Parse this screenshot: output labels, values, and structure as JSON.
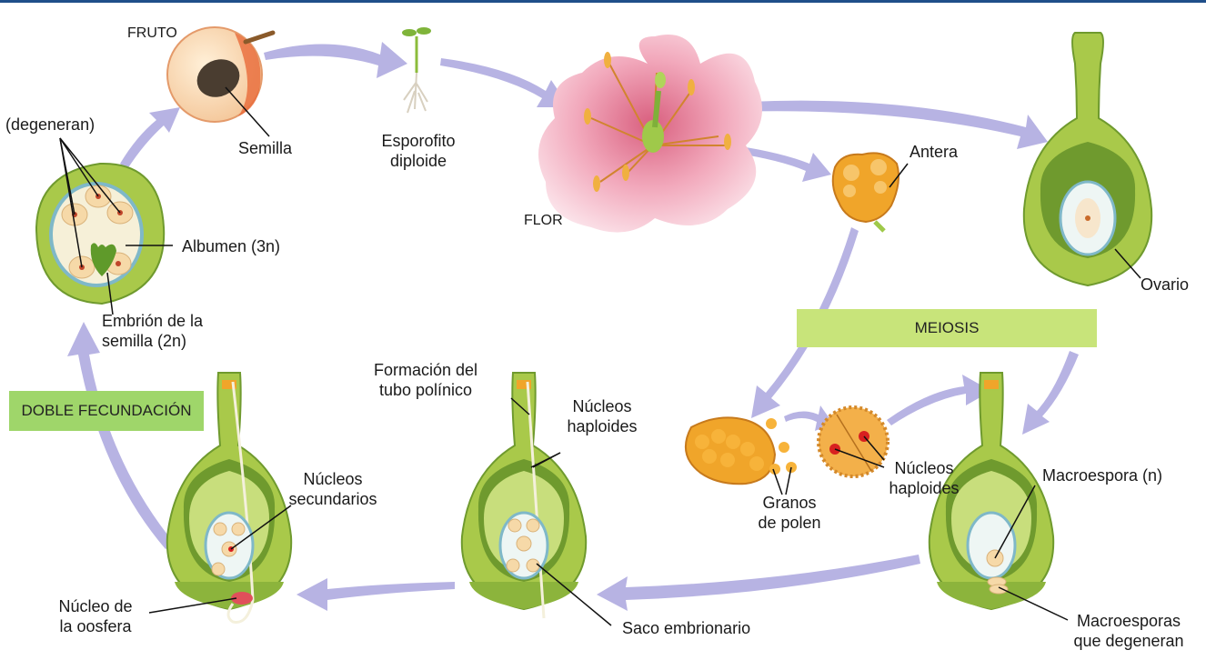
{
  "labels": {
    "fruto": "FRUTO",
    "semilla": "Semilla",
    "esporofito": [
      "Esporofito",
      "diploide"
    ],
    "flor": "FLOR",
    "antera": "Antera",
    "ovario": "Ovario",
    "degeneran": "(degeneran)",
    "albumen": "Albumen (3n)",
    "embrion": [
      "Embrión de la",
      "semilla (2n)"
    ],
    "formacion": [
      "Formación del",
      "tubo polínico"
    ],
    "nucleos_haploides_tubo": [
      "Núcleos",
      "haploides"
    ],
    "nucleos_haploides_polen": [
      "Núcleos",
      "haploides"
    ],
    "granos": [
      "Granos",
      "de polen"
    ],
    "macroespora": "Macroespora (n)",
    "macroesporas_degeneran": [
      "Macroesporas",
      "que degeneran"
    ],
    "nucleos_secundarios": [
      "Núcleos",
      "secundarios"
    ],
    "nucleo_oosfera": [
      "Núcleo de",
      "la oosfera"
    ],
    "saco": "Saco embrionario"
  },
  "banners": {
    "meiosis": "MEIOSIS",
    "doble": "DOBLE FECUNDACIÓN"
  },
  "colors": {
    "arrow": "#b7b3e3",
    "plant_green": "#a9c94a",
    "plant_dark": "#5f8f2a",
    "banner": "#c8e47a",
    "petal": "#f4b9c8",
    "pollen": "#f0a52a",
    "seed_brown": "#4a3d30"
  }
}
